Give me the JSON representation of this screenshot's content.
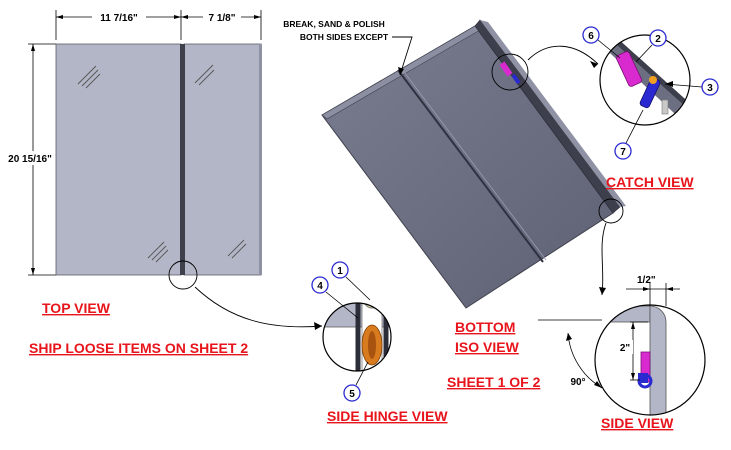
{
  "dimensions": {
    "width_left": "11 7/16\"",
    "width_right": "7 1/8\"",
    "height": "20 15/16\"",
    "flange": "1/2\"",
    "depth": "2\"",
    "angle": "90°"
  },
  "note": {
    "line1": "BREAK, SAND & POLISH",
    "line2": "BOTH SIDES EXCEPT"
  },
  "labels": {
    "top_view": "TOP VIEW",
    "ship_loose": "SHIP LOOSE ITEMS ON SHEET 2",
    "side_hinge_view": "SIDE HINGE VIEW",
    "bottom_iso_line1": "BOTTOM",
    "bottom_iso_line2": "ISO VIEW",
    "sheet": "SHEET 1 OF 2",
    "catch_view": "CATCH VIEW",
    "side_view": "SIDE VIEW"
  },
  "balloons": {
    "b1": "1",
    "b2": "2",
    "b3": "3",
    "b4": "4",
    "b5": "5",
    "b6": "6",
    "b7": "7"
  },
  "colors": {
    "label_red": "#e8141b",
    "panel_light": "#b3b6c6",
    "panel_dark": "#6c6f82",
    "balloon_blue": "#2a2ad0",
    "part_magenta": "#d92ad0",
    "hinge_orange": "#d87a1e"
  }
}
